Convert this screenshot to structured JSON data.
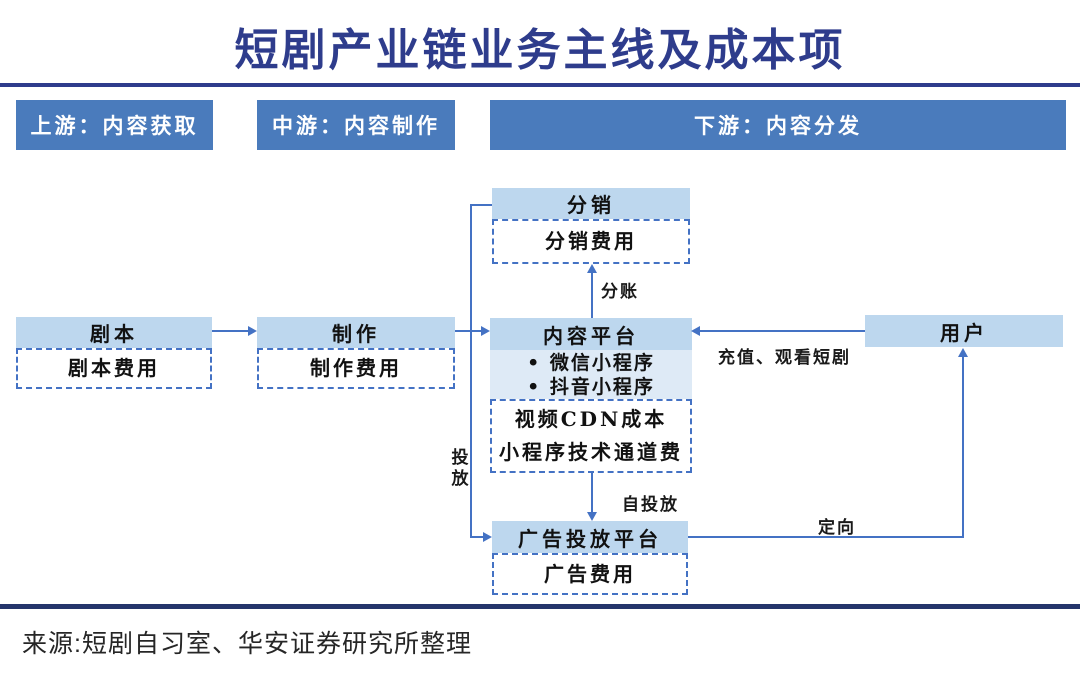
{
  "title": "短剧产业链业务主线及成本项",
  "stage_headers": [
    {
      "label": "上游：内容获取"
    },
    {
      "label": "中游：内容制作"
    },
    {
      "label": "下游：内容分发"
    }
  ],
  "boxes": {
    "script": {
      "title": "剧本",
      "cost": "剧本费用"
    },
    "production": {
      "title": "制作",
      "cost": "制作费用"
    },
    "distribution": {
      "title": "分销",
      "cost": "分销费用"
    },
    "content_platform": {
      "title": "内容平台",
      "items": [
        "• 微信小程序",
        "• 抖音小程序"
      ],
      "costs": [
        "视频CDN成本",
        "小程序技术通道费"
      ]
    },
    "ad_platform": {
      "title": "广告投放平台",
      "cost": "广告费用"
    },
    "user": {
      "title": "用户"
    }
  },
  "edge_labels": {
    "revenue_share": "分账",
    "recharge_watch": "充值、观看短剧",
    "placement": "投放",
    "self_placement": "自投放",
    "targeting": "定向"
  },
  "source": "来源:短剧自习室、华安证券研究所整理",
  "colors": {
    "title_navy": "#2e3c8c",
    "stage_bar_blue": "#4a7bbc",
    "node_header_blue": "#bdd7ee",
    "node_sub_blue": "#deeaf6",
    "connector_blue": "#4472c4",
    "footer_rule_navy": "#24356b"
  }
}
